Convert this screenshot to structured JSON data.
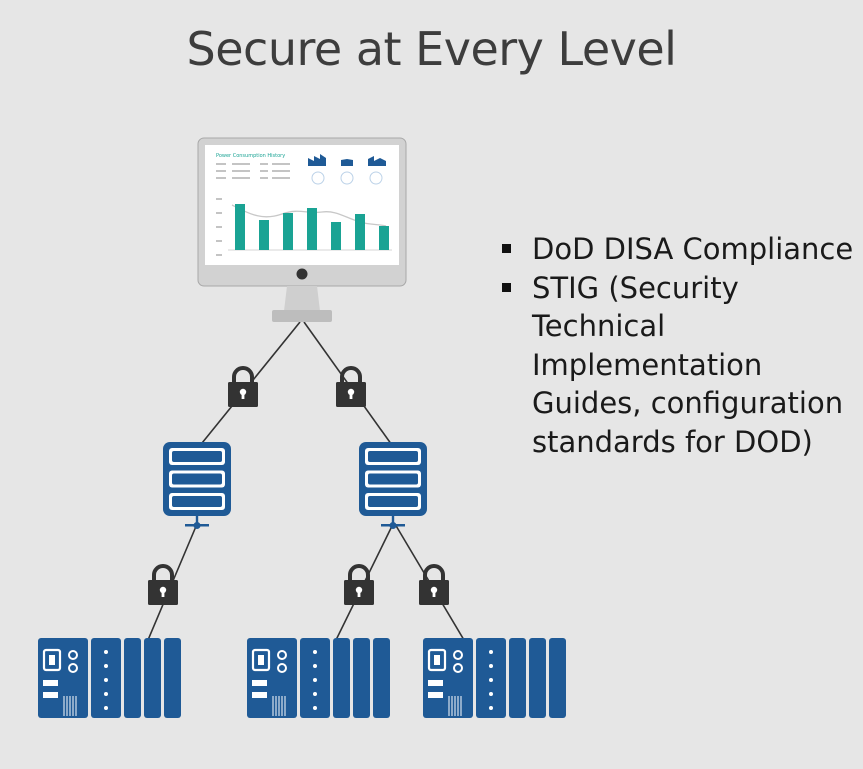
{
  "title": "Secure at Every Level",
  "bullets": [
    "DoD DISA Compliance",
    "STIG (Security Technical Implementation Guides, configuration standards for DOD)"
  ],
  "colors": {
    "background": "#e6e6e6",
    "server_blue": "#1f5a96",
    "lock_dark": "#333333",
    "chart_teal": "#1aa394",
    "line": "#333333"
  },
  "icons": {
    "monitor": "monitor-icon",
    "lock": "lock-icon",
    "server": "server-icon",
    "controller": "plc-rack-icon"
  },
  "monitor_screen": {
    "header": "Power Consumption History",
    "bar_values": [
      46,
      30,
      37,
      42,
      28,
      36,
      24
    ]
  }
}
